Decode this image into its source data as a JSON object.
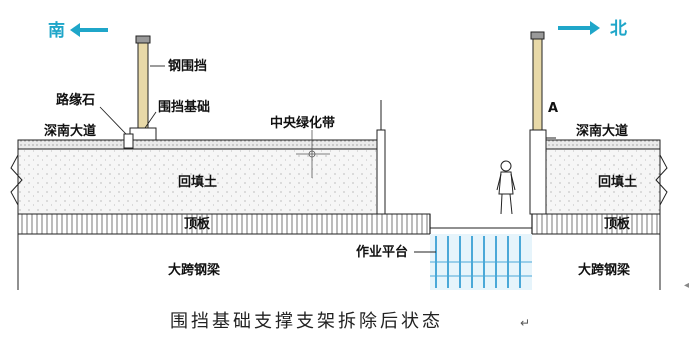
{
  "directions": {
    "south": "南",
    "north": "北",
    "arrow_color": "#1fa6c9"
  },
  "labels": {
    "steel_fence": "钢围挡",
    "curb_stone": "路缘石",
    "fence_foundation": "围挡基础",
    "road_left": "深南大道",
    "road_right": "深南大道",
    "median_greenbelt": "中央绿化带",
    "marker_a": "A",
    "backfill_left": "回填土",
    "backfill_right": "回填土",
    "roof_slab_left": "顶板",
    "roof_slab_right": "顶板",
    "work_platform": "作业平台",
    "steel_girder_left": "大跨钢梁",
    "steel_girder_right": "大跨钢梁"
  },
  "caption": "围挡基础支撑支架拆除后状态",
  "caption_mark": "↵",
  "colors": {
    "line": "#222222",
    "fill_soil": "#f4f4f4",
    "fence_post": "#c9b27a",
    "support_blue": "#4aa8d8",
    "platform_bg": "#dff1fa"
  }
}
